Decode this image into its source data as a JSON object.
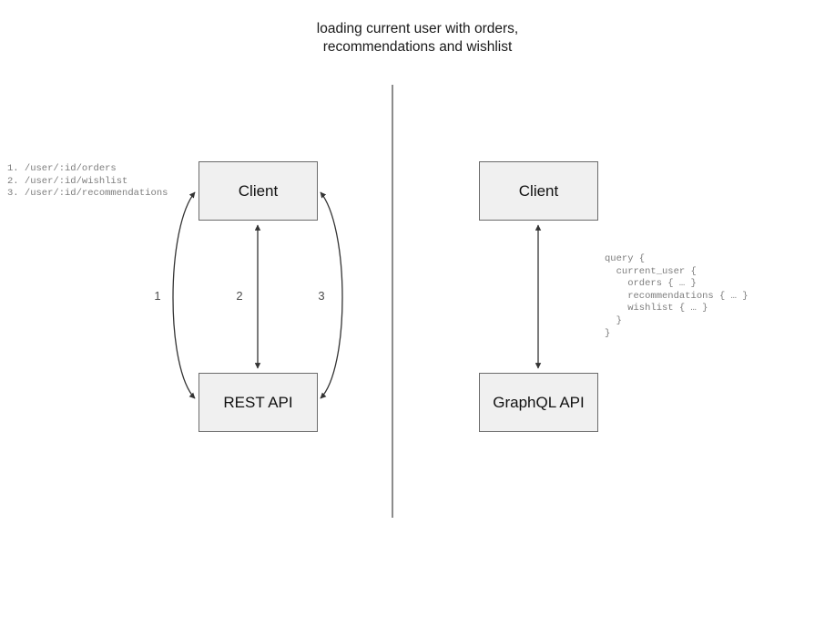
{
  "title": "loading current user with orders,\nrecommendations and wishlist",
  "colors": {
    "node_fill": "#f0f0f0",
    "node_stroke": "#6b6b6b",
    "edge_stroke": "#333333",
    "divider": "#5a5a5a",
    "code_text": "#7d7d7d",
    "label_text": "#4d4d4d",
    "title_text": "#1a1a1a",
    "background": "#ffffff"
  },
  "rest_side": {
    "client_label": "Client",
    "api_label": "REST API",
    "endpoints": "1. /user/:id/orders\n2. /user/:id/wishlist\n3. /user/:id/recommendations",
    "edge_labels": [
      "1",
      "2",
      "3"
    ]
  },
  "graphql_side": {
    "client_label": "Client",
    "api_label": "GraphQL API",
    "query": "query {\n  current_user {\n    orders { … }\n    recommendations { … }\n    wishlist { … }\n  }\n}"
  }
}
